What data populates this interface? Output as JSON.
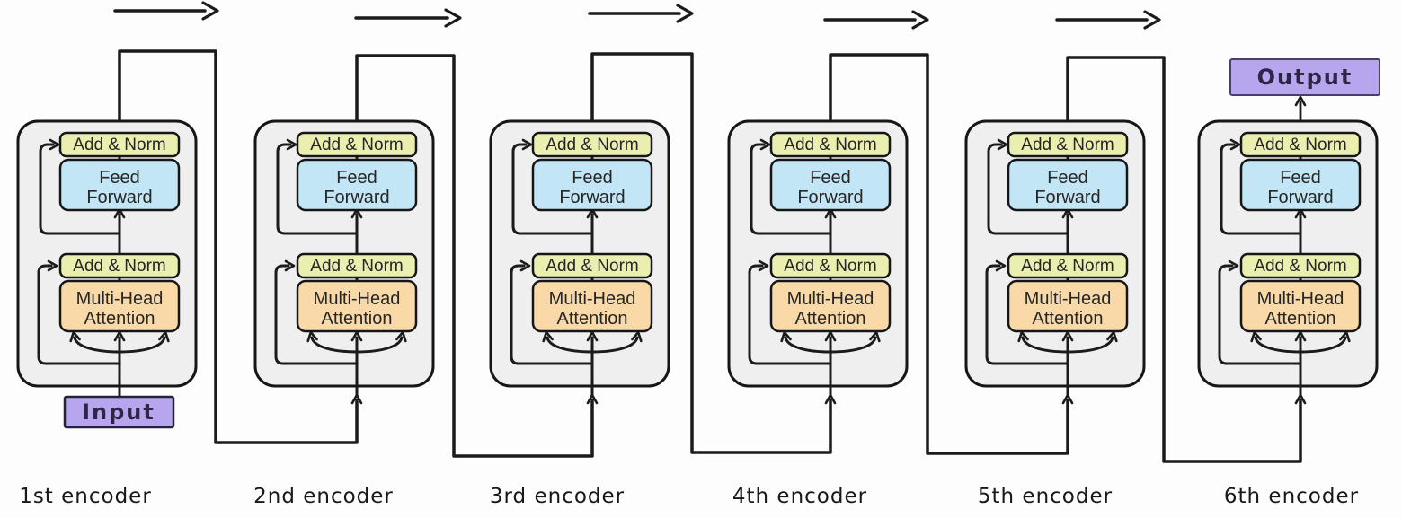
{
  "background": "#fdfdfd",
  "colors": {
    "box": "#efeff0",
    "add_norm": "#eaeeae",
    "feed_forward": "#c2e6f5",
    "attention": "#f8d9a7",
    "io": "#b7a5ee"
  },
  "stroke_color": "#1b1b1b",
  "blocks": {
    "add_norm": "Add & Norm",
    "feed_forward": [
      "Feed",
      "Forward"
    ],
    "attention": [
      "Multi-Head",
      "Attention"
    ]
  },
  "io": {
    "input": "Input",
    "output": "Output"
  },
  "encoders": [
    {
      "label": "1st encoder"
    },
    {
      "label": "2nd encoder"
    },
    {
      "label": "3rd encoder"
    },
    {
      "label": "4th encoder"
    },
    {
      "label": "5th encoder"
    },
    {
      "label": "6th encoder"
    }
  ]
}
